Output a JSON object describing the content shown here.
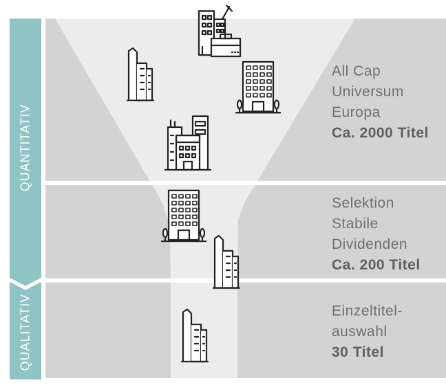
{
  "colors": {
    "band": "#d3d3d4",
    "funnel": "#ebebec",
    "accent": "#8fc3c4",
    "icon_stroke": "#222222"
  },
  "side_labels": {
    "top": "QUANTITATIV",
    "bottom": "QUALITATIV"
  },
  "stages": [
    {
      "lines": [
        "All Cap",
        "Universum",
        "Europa"
      ],
      "count": "Ca. 2000 Titel"
    },
    {
      "lines": [
        "Selektion",
        "Stabile",
        "Dividenden"
      ],
      "count": "Ca. 200 Titel"
    },
    {
      "lines": [
        "Einzeltitel-",
        "auswahl"
      ],
      "count": "30 Titel"
    }
  ],
  "icons": [
    "office-building-with-briefcase-icon",
    "tall-residential-tower-icon",
    "office-block-with-trees-icon",
    "city-buildings-cluster-icon",
    "office-block-with-trees-icon",
    "tall-residential-tower-icon",
    "tall-residential-tower-icon"
  ]
}
